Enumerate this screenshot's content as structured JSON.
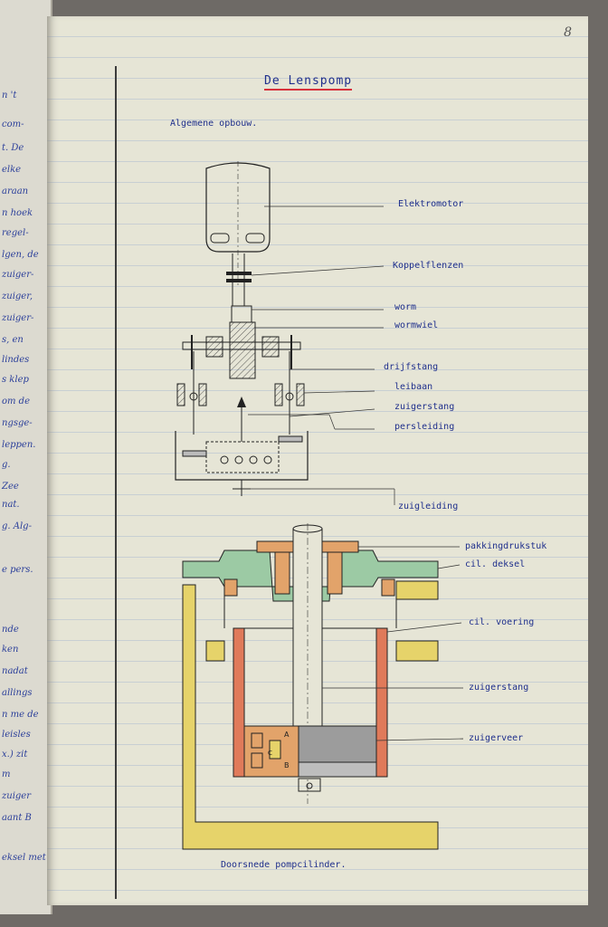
{
  "page": {
    "number": "8",
    "title": "De Lenspomp",
    "subtitle": "Algemene opbouw.",
    "caption": "Doorsnede pompcilinder."
  },
  "left_page_fragments": [
    "n 't",
    "com-",
    "t. De",
    "elke",
    "araan",
    "n hoek",
    "regel-",
    "lgen, de",
    "zuiger-",
    "zuiger,",
    "zuiger-",
    "s, en",
    "lindes",
    "s klep",
    "om de",
    "ngsge-",
    "leppen.",
    "g.",
    "Zee",
    "nat.",
    "g. Alg-",
    "e pers.",
    "nde",
    "ken",
    "nadat",
    "allings",
    "n me de",
    "leisles",
    "x.) zit",
    "m",
    "zuiger",
    "aant B",
    "eksel met"
  ],
  "labels_upper": [
    "Elektromotor",
    "Koppelflenzen",
    "worm",
    "wormwiel",
    "drijfstang",
    "leibaan",
    "zuigerstang",
    "persleiding",
    "zuigleiding"
  ],
  "labels_lower": [
    "pakkingdrukstuk",
    "cil. deksel",
    "cil. voering",
    "zuigerstang",
    "zuigerveer"
  ],
  "piston_letters": [
    "A",
    "B",
    "C"
  ],
  "colors": {
    "ink": "#1f2f8c",
    "title_underline": "#d8313b",
    "cover_green": "#9ccaa4",
    "flange_orange": "#e2a36a",
    "casing_yellow": "#e6d36a",
    "liner_red": "#e07a5a",
    "rod_gray": "#9c9c9c"
  }
}
